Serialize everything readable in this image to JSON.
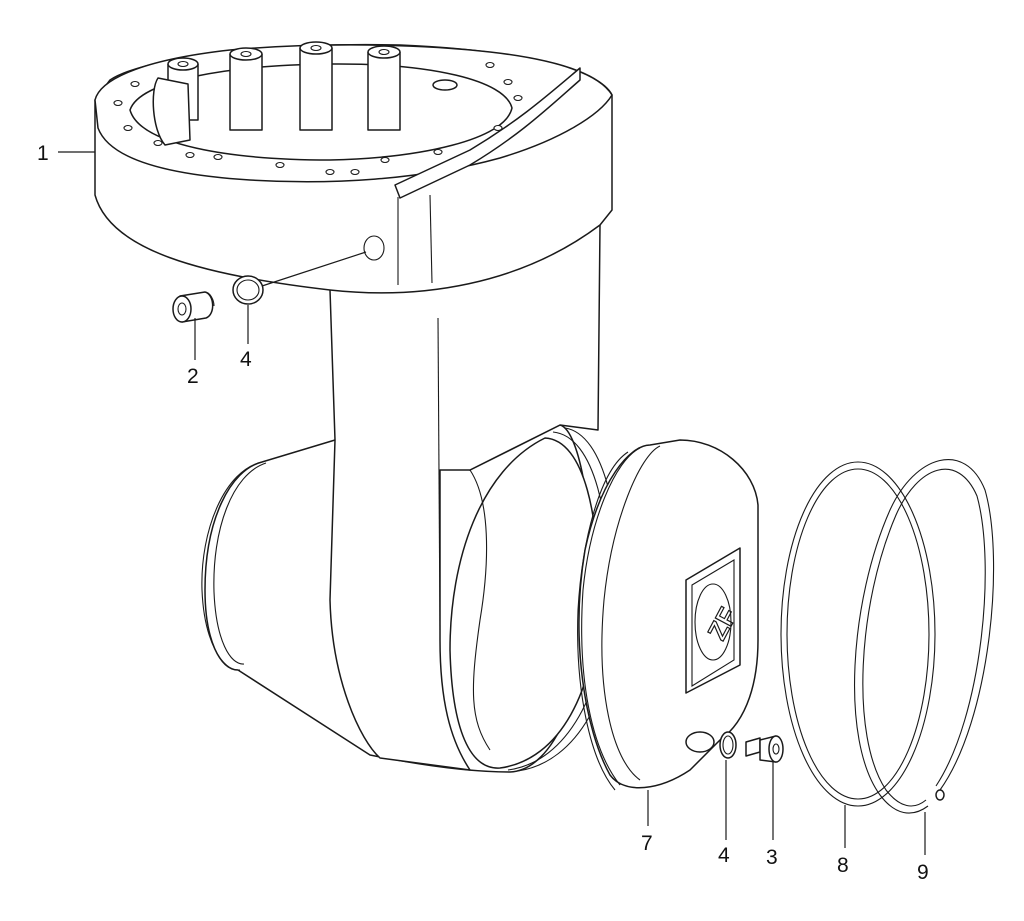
{
  "diagram": {
    "part_callouts": [
      {
        "id": "part-1",
        "label": "1"
      },
      {
        "id": "part-2",
        "label": "2"
      },
      {
        "id": "part-4a",
        "label": "4"
      },
      {
        "id": "part-7",
        "label": "7"
      },
      {
        "id": "part-4b",
        "label": "4"
      },
      {
        "id": "part-3",
        "label": "3"
      },
      {
        "id": "part-8",
        "label": "8"
      },
      {
        "id": "part-9",
        "label": "9"
      }
    ],
    "logo_text": "ZF",
    "colors": {
      "line": "#1a1a1a",
      "background": "#ffffff"
    }
  }
}
